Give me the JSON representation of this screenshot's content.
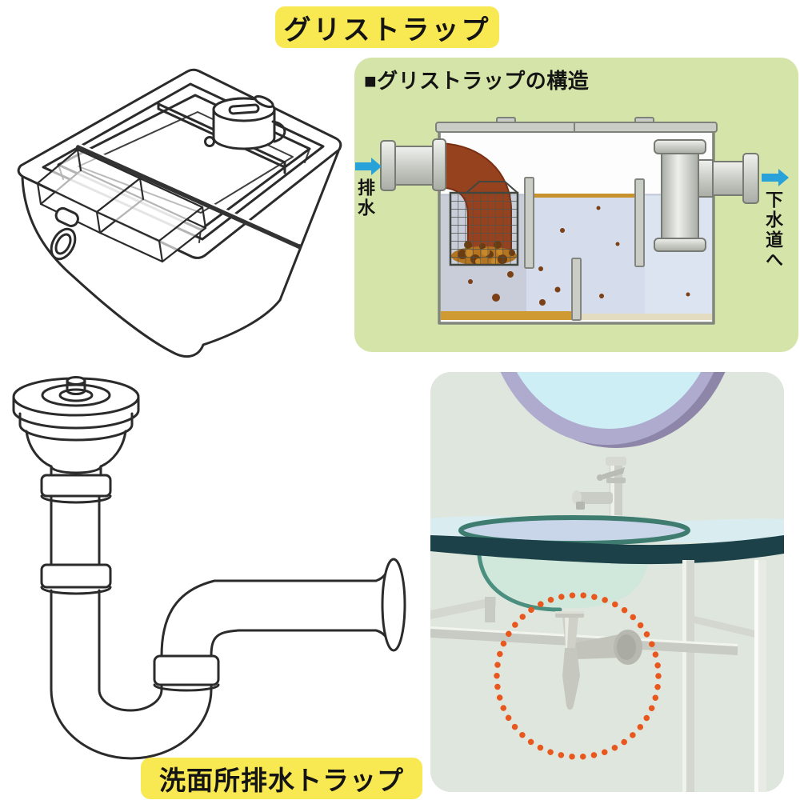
{
  "theme": {
    "bg": "#ffffff",
    "highlight_yellow": "#f8e852",
    "panel_green": "#d5e4a8",
    "arrow_blue": "#29a1d9",
    "text_black": "#141414",
    "dot_orange": "#e8571d",
    "grease_orange": "#c8922e",
    "flow_brown": "#96421f",
    "water_blue": "#d5ddec",
    "line_art": "#2b2b2b"
  },
  "titles": {
    "top_label": "グリストラップ",
    "bottom_label": "洗面所排水トラップ"
  },
  "grease_panel": {
    "heading": "■グリストラップの構造",
    "inlet_label": "排水",
    "outlet_label": "下水道へ"
  },
  "icons": {
    "inlet_arrow": "arrow-right-icon",
    "outlet_arrow": "arrow-right-icon"
  }
}
